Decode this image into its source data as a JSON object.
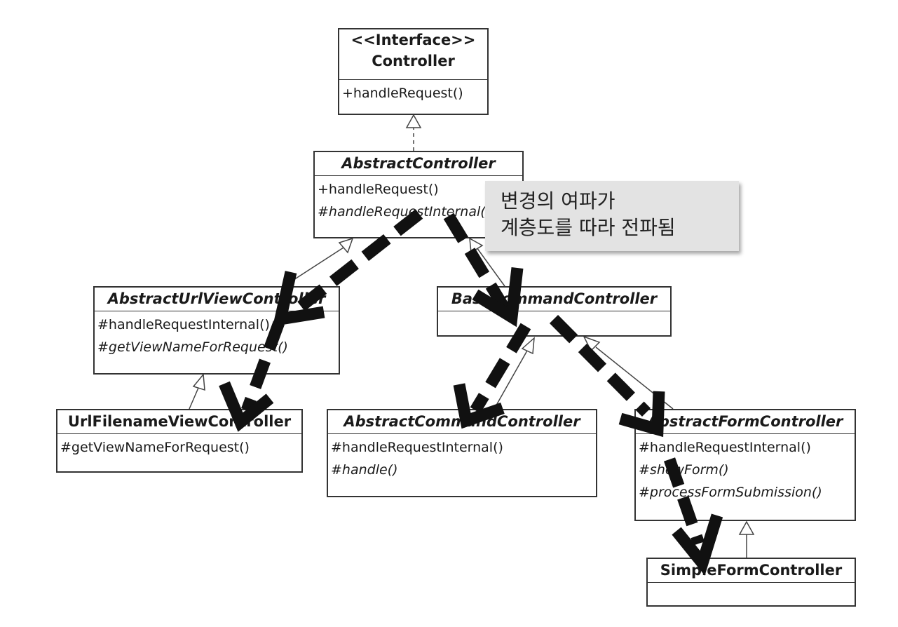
{
  "classes": {
    "controller": {
      "stereotype": "<<Interface>>",
      "name": "Controller",
      "methods": [
        "+handleRequest()"
      ]
    },
    "abstract_controller": {
      "name": "AbstractController",
      "methods": [
        "+handleRequest()",
        "#handleRequestInternal()"
      ]
    },
    "abstract_url_view_controller": {
      "name": "AbstractUrlViewController",
      "methods": [
        "#handleRequestInternal()",
        "#getViewNameForRequest()"
      ]
    },
    "base_command_controller": {
      "name": "BaseCommandController",
      "methods": []
    },
    "url_filename_view_controller": {
      "name": "UrlFilenameViewController",
      "methods": [
        "#getViewNameForRequest()"
      ]
    },
    "abstract_command_controller": {
      "name": "AbstractCommandController",
      "methods": [
        "#handleRequestInternal()",
        "#handle()"
      ]
    },
    "abstract_form_controller": {
      "name": "AbstractFormController",
      "methods": [
        "#handleRequestInternal()",
        "#showForm()",
        "#processFormSubmission()"
      ]
    },
    "simple_form_controller": {
      "name": "SimpleFormController",
      "methods": []
    }
  },
  "note": {
    "line1": "변경의 여파가",
    "line2": "계층도를 따라 전파됨"
  },
  "colors": {
    "arrow": "#111111",
    "border": "#333333",
    "note_bg": "#e3e3e3"
  }
}
